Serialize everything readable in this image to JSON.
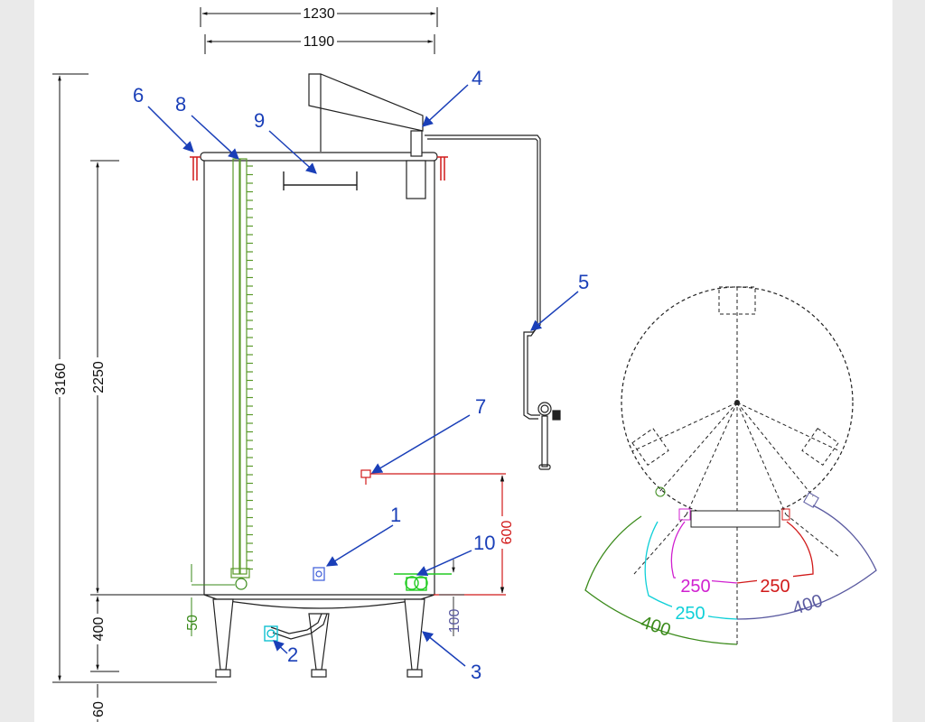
{
  "drawing": {
    "dimensions": {
      "overall_width": "1230",
      "inner_width": "1190",
      "overall_height": "3160",
      "shell_height": "2250",
      "leg_section": "400",
      "foot_section": "60",
      "drain_offset": "50",
      "valve_offset": "100",
      "sample_height": "600"
    },
    "callouts": {
      "c1": "1",
      "c2": "2",
      "c3": "3",
      "c4": "4",
      "c5": "5",
      "c6": "6",
      "c7": "7",
      "c8": "8",
      "c9": "9",
      "c10": "10"
    },
    "plan_view": {
      "arc_magenta": "250",
      "arc_red": "250",
      "arc_cyan": "250",
      "arc_green": "400",
      "arc_purple": "400"
    },
    "colors": {
      "outline": "#222222",
      "callout": "#1a3fb8",
      "red": "#d11a1a",
      "green": "#3a8a1a",
      "level_gauge": "#5a9a2a",
      "magenta": "#d020d0",
      "cyan": "#10d0d8",
      "purple": "#5a5aa0",
      "valve_blue": "#3a5ad8",
      "valve_green": "#33dd33"
    }
  }
}
